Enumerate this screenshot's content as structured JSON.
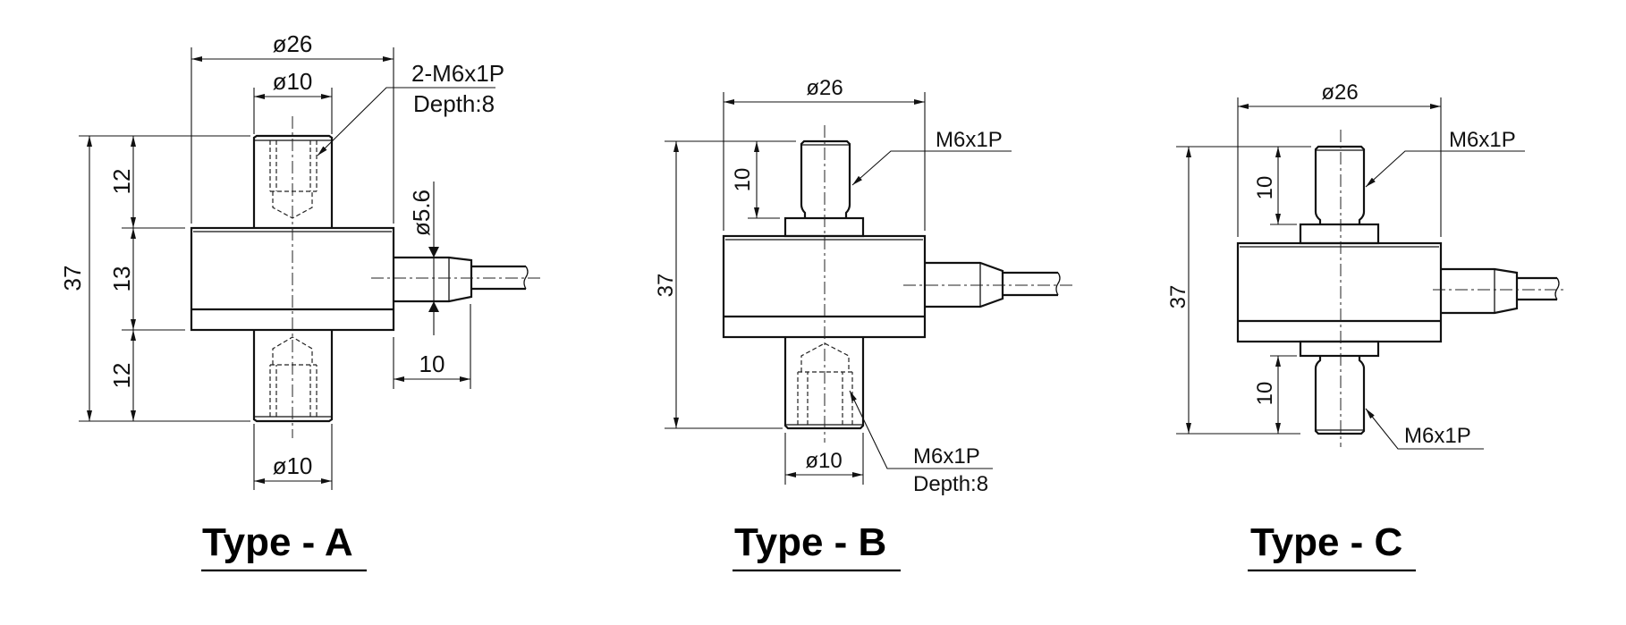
{
  "type_a": {
    "title": "Type - A",
    "dia_body": "ø26",
    "dia_stud_top": "ø10",
    "dia_stud_bottom": "ø10",
    "thread_note": "2-M6x1P",
    "depth_note": "Depth:8",
    "height_total": "37",
    "height_top_stud": "12",
    "height_body": "13",
    "height_bottom_stud": "12",
    "dia_cable": "ø5.6",
    "cable_length": "10"
  },
  "type_b": {
    "title": "Type - B",
    "dia_body": "ø26",
    "height_total": "37",
    "top_stud_length": "10",
    "thread_top": "M6x1P",
    "dia_stud_bottom": "ø10",
    "thread_bottom": "M6x1P",
    "depth_bottom": "Depth:8"
  },
  "type_c": {
    "title": "Type - C",
    "dia_body": "ø26",
    "height_total": "37",
    "top_stud_length": "10",
    "bottom_stud_length": "10",
    "thread_top": "M6x1P",
    "thread_bottom": "M6x1P"
  }
}
